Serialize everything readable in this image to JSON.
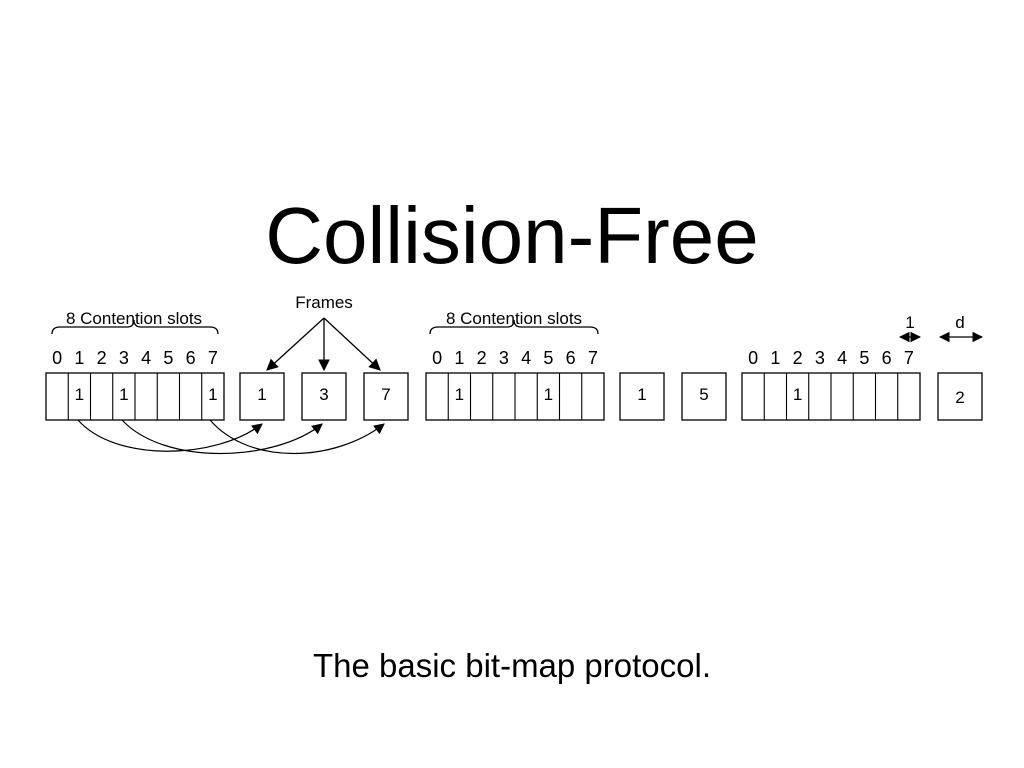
{
  "title": "Collision-Free",
  "caption": "The basic bit-map protocol.",
  "diagram": {
    "contention_label": "8 Contention slots",
    "frames_label": "Frames",
    "one_label": "1",
    "d_label": "d",
    "slot_numbers": [
      "0",
      "1",
      "2",
      "3",
      "4",
      "5",
      "6",
      "7"
    ],
    "groups": [
      {
        "slots": [
          "",
          "1",
          "",
          "1",
          "",
          "",
          "",
          "1"
        ],
        "frames": [
          "1",
          "3",
          "7"
        ]
      },
      {
        "slots": [
          "",
          "1",
          "",
          "",
          "",
          "1",
          "",
          ""
        ],
        "frames": [
          "1",
          "5"
        ]
      },
      {
        "slots": [
          "",
          "",
          "1",
          "",
          "",
          "",
          "",
          ""
        ],
        "frames": [
          "2"
        ]
      }
    ]
  }
}
